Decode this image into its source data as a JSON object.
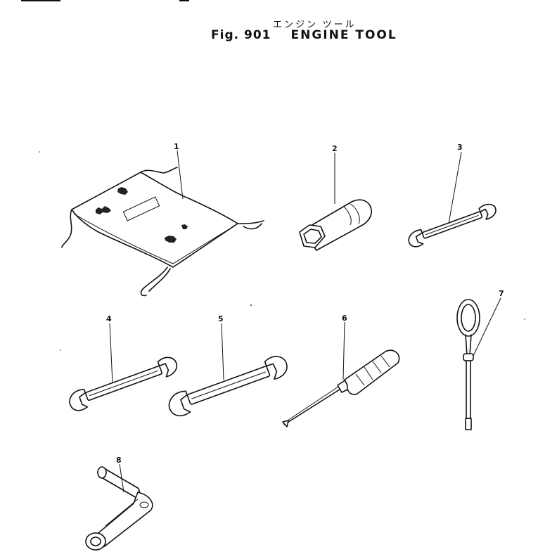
{
  "figure": {
    "subtitle_jp": "エンジン ツール",
    "number": "Fig. 901",
    "name": "ENGINE TOOL"
  },
  "callouts": [
    {
      "id": "1"
    },
    {
      "id": "2"
    },
    {
      "id": "3"
    },
    {
      "id": "4"
    },
    {
      "id": "5"
    },
    {
      "id": "6"
    },
    {
      "id": "7"
    },
    {
      "id": "8"
    }
  ]
}
